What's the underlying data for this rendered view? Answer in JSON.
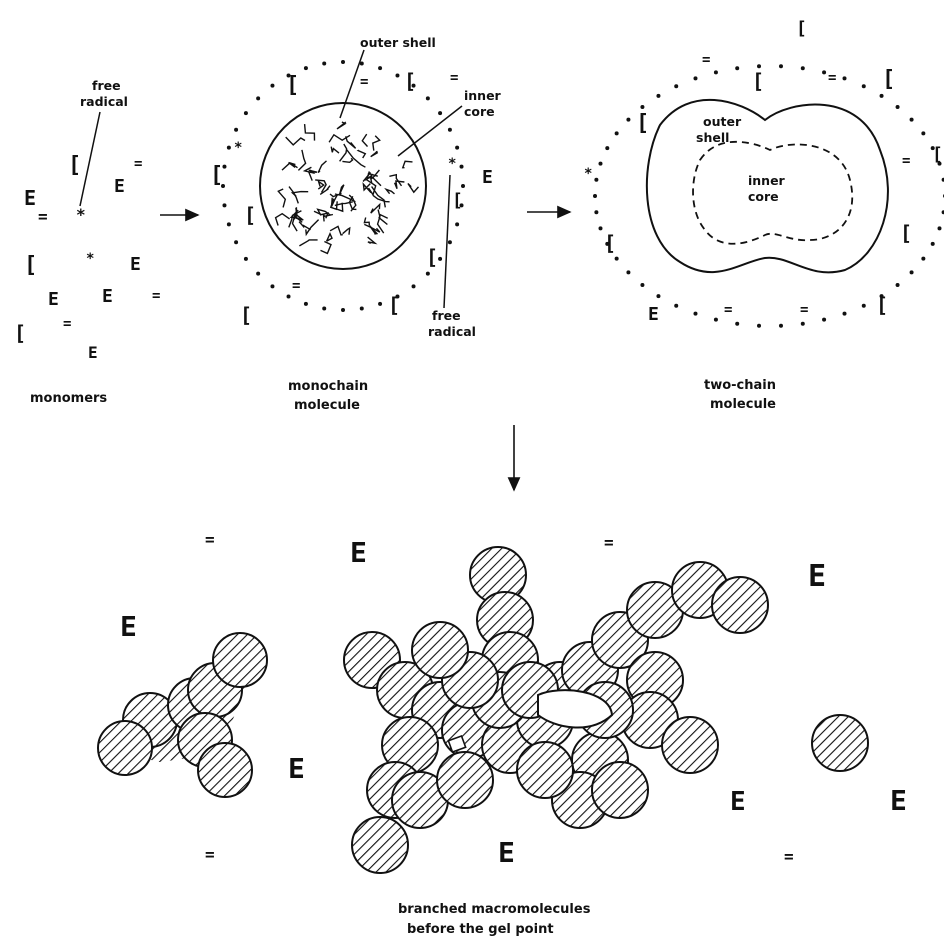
{
  "labels": {
    "free_radical_1_line1": "free",
    "free_radical_1_line2": "radical",
    "outer_shell_1": "outer shell",
    "inner_core_1_line1": "inner",
    "inner_core_1_line2": "core",
    "free_radical_2_line1": "free",
    "free_radical_2_line2": "radical",
    "outer_shell_2_line1": "outer",
    "outer_shell_2_line2": "shell",
    "inner_core_2_line1": "inner",
    "inner_core_2_line2": "core"
  },
  "captions": {
    "monomers": "monomers",
    "monochain_line1": "monochain",
    "monochain_line2": "molecule",
    "twochain_line1": "two-chain",
    "twochain_line2": "molecule",
    "branched_line1": "branched macromolecules",
    "branched_line2": "before the gel point"
  },
  "symbols": {
    "monomer_a": "E",
    "monomer_b": "=",
    "monomer_c": "[",
    "radical": "*"
  },
  "colors": {
    "ink": "#111111",
    "background": "#ffffff"
  }
}
